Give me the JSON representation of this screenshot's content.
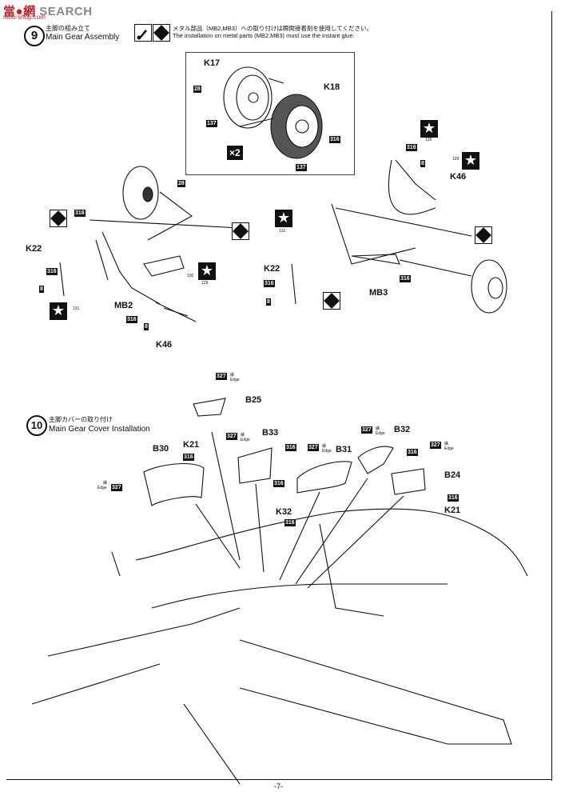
{
  "watermark": {
    "cn": "當",
    "mid": "●網",
    "brand": "SEARCH",
    "domain": "moo-shop.com"
  },
  "step9": {
    "number": "9",
    "title_jp": "主脚の組み立て",
    "title_en": "Main Gear Assembly",
    "note_jp": "メタル部品（MB2,MB3）への取り付けは瞬間接着剤を使用してください。",
    "note_en": "The installation on metal parts (MB2,MB3) must use the instant glue."
  },
  "step10": {
    "number": "10",
    "title_jp": "主脚カバーの取り付け",
    "title_en": "Main Gear Cover Installation"
  },
  "wheel_inset": {
    "multiplier": "×2"
  },
  "part_labels": {
    "K17": "K17",
    "K18": "K18",
    "K22": "K22",
    "K46": "K46",
    "MB2": "MB2",
    "MB3": "MB3",
    "B25": "B25",
    "B33": "B33",
    "B30": "B30",
    "K21": "K21",
    "B31": "B31",
    "B32": "B32",
    "B24": "B24",
    "K32": "K32"
  },
  "paint_codes": {
    "c28": "28",
    "c137": "137",
    "c316": "316",
    "c8": "8",
    "c327": "327",
    "c129": "129",
    "c130": "130",
    "c131": "131"
  },
  "edge_label": "Edge",
  "edge_jp": "縁",
  "page_number": "-7-"
}
